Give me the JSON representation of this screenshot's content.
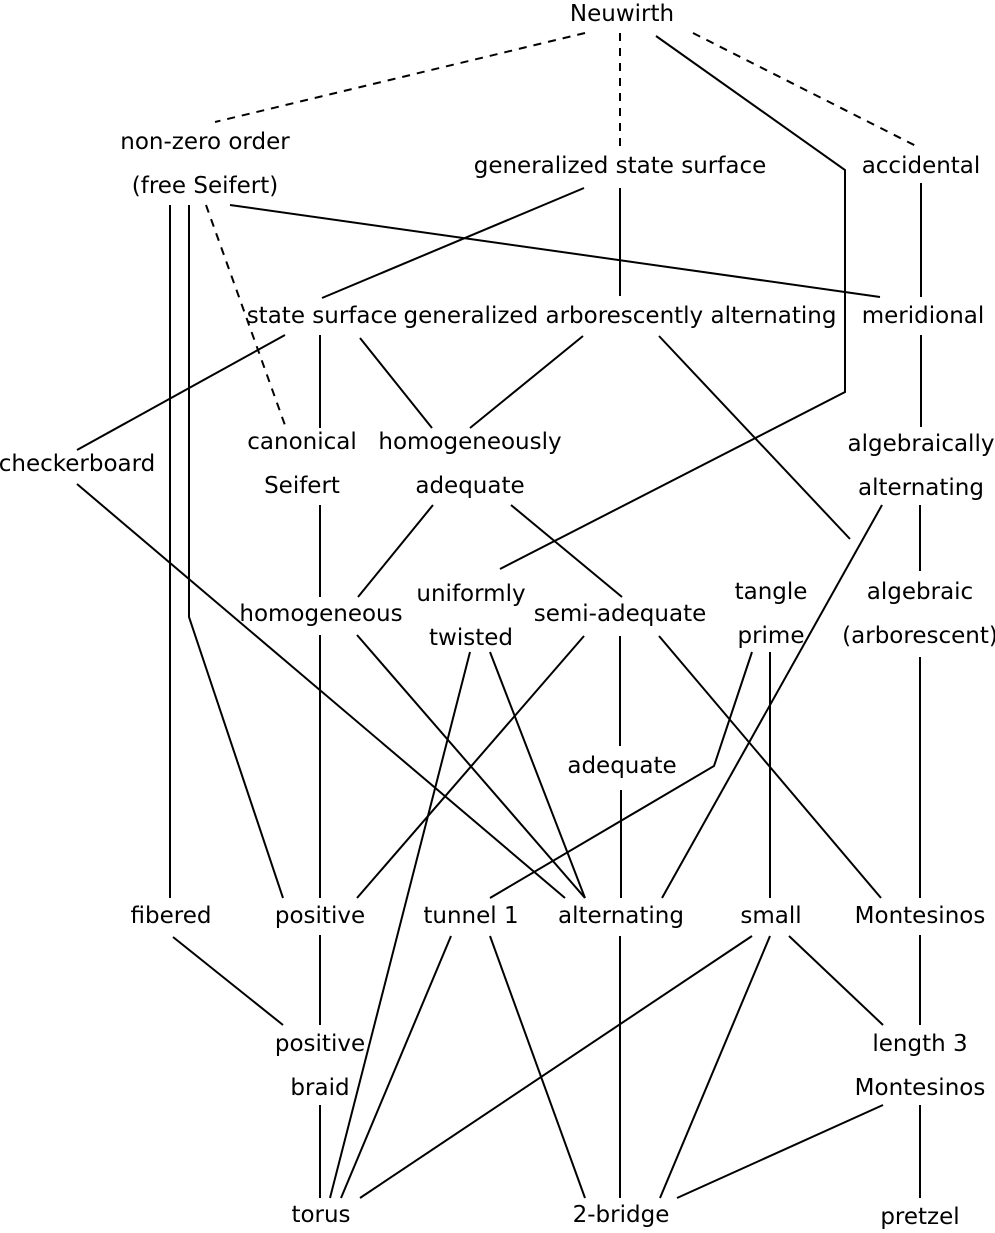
{
  "diagram": {
    "nodes": {
      "neuwirth": [
        "Neuwirth"
      ],
      "nonzero_order": [
        "non-zero order",
        "(free Seifert)"
      ],
      "gen_state_surface": [
        "generalized state surface"
      ],
      "accidental": [
        "accidental"
      ],
      "state_surface": [
        "state surface"
      ],
      "gen_arbor_alt": [
        "generalized arborescently alternating"
      ],
      "meridional": [
        "meridional"
      ],
      "checkerboard": [
        "checkerboard"
      ],
      "canonical_seifert": [
        "canonical",
        "Seifert"
      ],
      "homog_adequate": [
        "homogeneously",
        "adequate"
      ],
      "alg_alternating": [
        "algebraically",
        "alternating"
      ],
      "homogeneous": [
        "homogeneous"
      ],
      "uniformly_twisted": [
        "uniformly",
        "twisted"
      ],
      "semi_adequate": [
        "semi-adequate"
      ],
      "tangle_prime": [
        "tangle",
        "prime"
      ],
      "algebraic": [
        "algebraic",
        "(arborescent)"
      ],
      "adequate": [
        "adequate"
      ],
      "fibered": [
        "fibered"
      ],
      "positive": [
        "positive"
      ],
      "tunnel1": [
        "tunnel 1"
      ],
      "alternating": [
        "alternating"
      ],
      "small": [
        "small"
      ],
      "montesinos": [
        "Montesinos"
      ],
      "positive_braid": [
        "positive",
        "braid"
      ],
      "length3_montesinos": [
        "length 3",
        "Montesinos"
      ],
      "torus": [
        "torus"
      ],
      "two_bridge": [
        "2-bridge"
      ],
      "pretzel": [
        "pretzel"
      ]
    },
    "edges": [
      {
        "from": "neuwirth",
        "to": "nonzero_order",
        "style": "dashed"
      },
      {
        "from": "neuwirth",
        "to": "gen_state_surface",
        "style": "dashed"
      },
      {
        "from": "neuwirth",
        "to": "accidental",
        "style": "dashed"
      },
      {
        "from": "neuwirth",
        "to": "uniformly_twisted",
        "style": "solid"
      },
      {
        "from": "nonzero_order",
        "to": "canonical_seifert",
        "style": "dashed"
      },
      {
        "from": "nonzero_order",
        "to": "meridional",
        "style": "solid"
      },
      {
        "from": "nonzero_order",
        "to": "fibered",
        "style": "solid"
      },
      {
        "from": "nonzero_order",
        "to": "positive",
        "style": "solid"
      },
      {
        "from": "gen_state_surface",
        "to": "state_surface",
        "style": "solid"
      },
      {
        "from": "gen_state_surface",
        "to": "gen_arbor_alt",
        "style": "solid"
      },
      {
        "from": "accidental",
        "to": "meridional",
        "style": "solid"
      },
      {
        "from": "meridional",
        "to": "alg_alternating",
        "style": "solid"
      },
      {
        "from": "state_surface",
        "to": "checkerboard",
        "style": "solid"
      },
      {
        "from": "state_surface",
        "to": "canonical_seifert",
        "style": "solid"
      },
      {
        "from": "state_surface",
        "to": "homog_adequate",
        "style": "solid"
      },
      {
        "from": "gen_arbor_alt",
        "to": "homog_adequate",
        "style": "solid"
      },
      {
        "from": "gen_arbor_alt",
        "to": "algebraic",
        "style": "solid"
      },
      {
        "from": "alg_alternating",
        "to": "algebraic",
        "style": "solid"
      },
      {
        "from": "alg_alternating",
        "to": "alternating",
        "style": "solid"
      },
      {
        "from": "checkerboard",
        "to": "alternating",
        "style": "solid"
      },
      {
        "from": "canonical_seifert",
        "to": "homogeneous",
        "style": "solid"
      },
      {
        "from": "homog_adequate",
        "to": "homogeneous",
        "style": "solid"
      },
      {
        "from": "homog_adequate",
        "to": "semi_adequate",
        "style": "solid"
      },
      {
        "from": "homogeneous",
        "to": "positive",
        "style": "solid"
      },
      {
        "from": "homogeneous",
        "to": "alternating",
        "style": "solid"
      },
      {
        "from": "uniformly_twisted",
        "to": "torus",
        "style": "solid"
      },
      {
        "from": "uniformly_twisted",
        "to": "alternating",
        "style": "solid"
      },
      {
        "from": "semi_adequate",
        "to": "positive",
        "style": "solid"
      },
      {
        "from": "semi_adequate",
        "to": "adequate",
        "style": "solid"
      },
      {
        "from": "semi_adequate",
        "to": "montesinos",
        "style": "solid"
      },
      {
        "from": "tangle_prime",
        "to": "tunnel1",
        "style": "solid"
      },
      {
        "from": "tangle_prime",
        "to": "small",
        "style": "solid"
      },
      {
        "from": "algebraic",
        "to": "montesinos",
        "style": "solid"
      },
      {
        "from": "adequate",
        "to": "alternating",
        "style": "solid"
      },
      {
        "from": "fibered",
        "to": "positive_braid",
        "style": "solid"
      },
      {
        "from": "positive",
        "to": "positive_braid",
        "style": "solid"
      },
      {
        "from": "tunnel1",
        "to": "torus",
        "style": "solid"
      },
      {
        "from": "tunnel1",
        "to": "two_bridge",
        "style": "solid"
      },
      {
        "from": "alternating",
        "to": "two_bridge",
        "style": "solid"
      },
      {
        "from": "small",
        "to": "torus",
        "style": "solid"
      },
      {
        "from": "small",
        "to": "two_bridge",
        "style": "solid"
      },
      {
        "from": "small",
        "to": "length3_montesinos",
        "style": "solid"
      },
      {
        "from": "montesinos",
        "to": "length3_montesinos",
        "style": "solid"
      },
      {
        "from": "positive_braid",
        "to": "torus",
        "style": "solid"
      },
      {
        "from": "length3_montesinos",
        "to": "two_bridge",
        "style": "solid"
      },
      {
        "from": "length3_montesinos",
        "to": "pretzel",
        "style": "solid"
      }
    ]
  }
}
